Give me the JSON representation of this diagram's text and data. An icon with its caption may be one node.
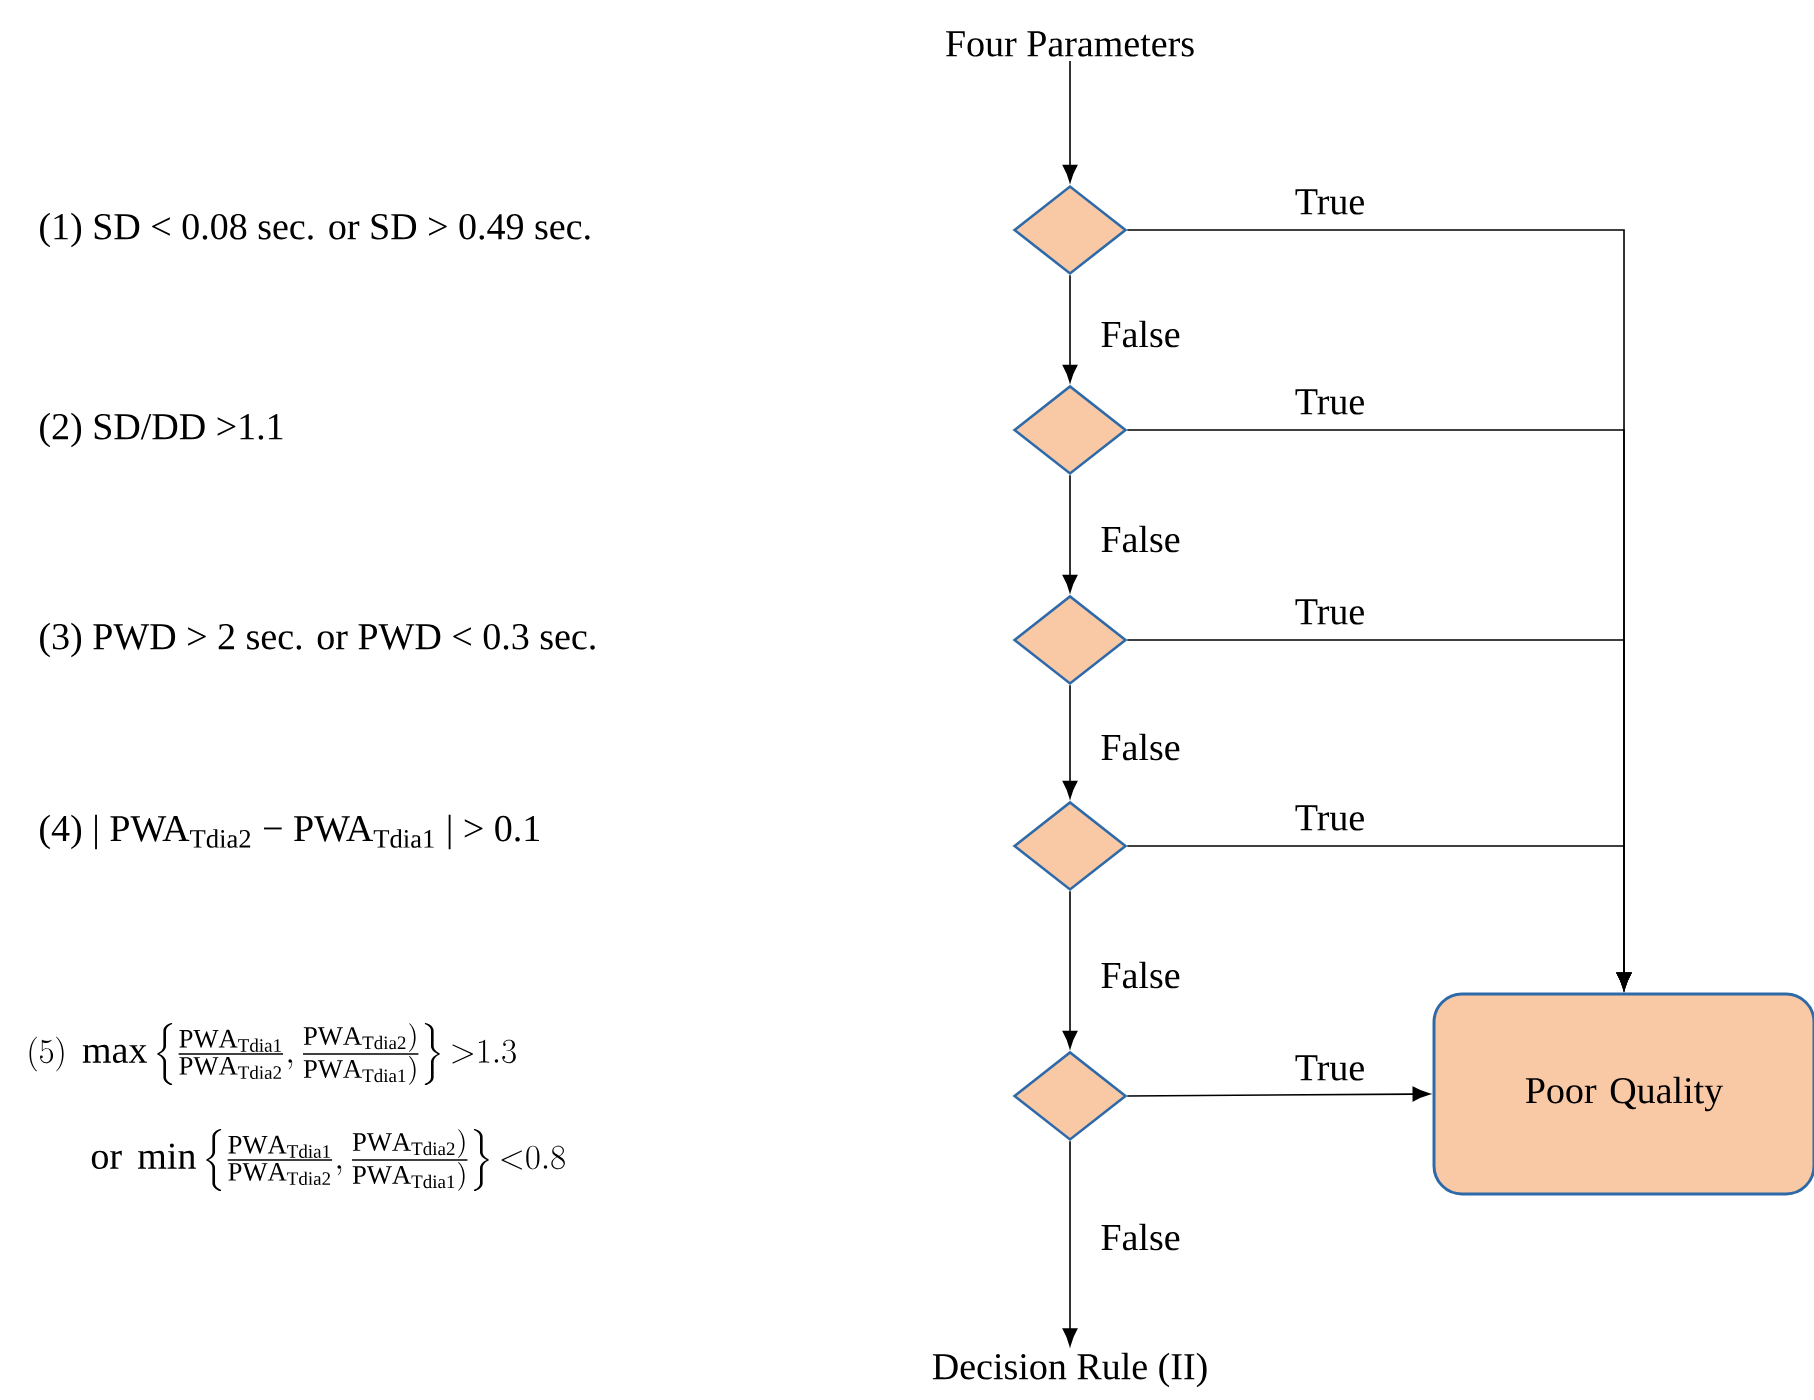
{
  "diagram": {
    "nodes": [
      {
        "text": [
          "Four Parameters"
        ]
      },
      {
        "text": [],
        "shape": "diamond"
      },
      {
        "text": [],
        "shape": "diamond"
      },
      {
        "text": [],
        "shape": "diamond"
      },
      {
        "text": [],
        "shape": "diamond"
      },
      {
        "text": [],
        "shape": "diamond"
      },
      {
        "text": [
          "Poor Quality"
        ]
      },
      {
        "text": [
          "Decision Rule (II)"
        ]
      }
    ],
    "edges": [
      {
        "from": 0,
        "to": 1,
        "arrow": "to"
      },
      {
        "from": 1,
        "to": 2,
        "arrow": "to",
        "label": "False"
      },
      {
        "from": 2,
        "to": 3,
        "arrow": "to",
        "label": "False"
      },
      {
        "from": 3,
        "to": 4,
        "arrow": "to",
        "label": "False"
      },
      {
        "from": 4,
        "to": 5,
        "arrow": "to",
        "label": "False"
      },
      {
        "from": 5,
        "to": 7,
        "arrow": "to",
        "label": "False"
      },
      {
        "from": 1,
        "to": 6,
        "arrow": "to",
        "label": "True"
      },
      {
        "from": 2,
        "to": 6,
        "arrow": "to",
        "label": "True"
      },
      {
        "from": 3,
        "to": 6,
        "arrow": "to",
        "label": "True"
      },
      {
        "from": 4,
        "to": 6,
        "arrow": "to",
        "label": "True"
      },
      {
        "from": 5,
        "to": 6,
        "arrow": "to",
        "label": "True"
      }
    ],
    "labels": [
      "(1) SD < 0.08 sec. or SD > 0.49 sec.",
      "(2) SD/DD >1.1",
      "(3) PWD > 2 sec. or PWD < 0.3 sec.",
      "(4) | PWA$_{Tdia2}$ − PWA$_{Tdia1}$ | > 0.1",
      "(5)\\ \\max\\left\\{\\frac{\\mathrm{PWA}_{\\mathrm{Tdia1}}}{\\mathrm{PWA}_{\\mathrm{Tdia2}}},\\frac{\\mathrm{PWA}_{\\mathrm{Tdia2}})}{\\mathrm{PWA}_{\\mathrm{Tdia1}})}\\right\\}{>}1.3",
      "\\mathrm{or}\\ \\min\\left\\{\\frac{\\mathrm{PWA}_{\\mathrm{Tdia1}}}{\\mathrm{PWA}_{\\mathrm{Tdia2}}},\\frac{\\mathrm{PWA}_{\\mathrm{Tdia2}})}{\\mathrm{PWA}_{\\mathrm{Tdia1}})}\\right\\}{<}0.8"
    ]
  }
}
